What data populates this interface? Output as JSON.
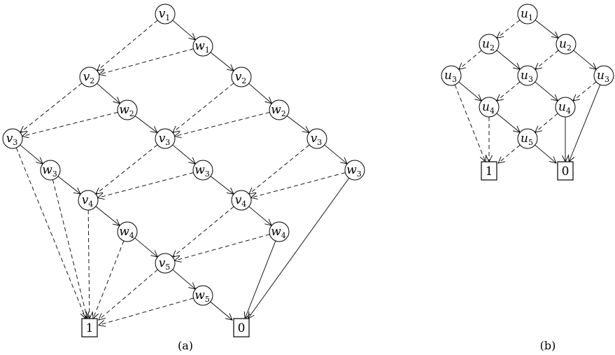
{
  "captions": {
    "a": "(a)",
    "b": "(b)"
  },
  "diagram_a": {
    "nodes": [
      {
        "id": "a_v1",
        "var": "v",
        "sub": "1"
      },
      {
        "id": "a_w1",
        "var": "w",
        "sub": "1"
      },
      {
        "id": "a_v2l",
        "var": "v",
        "sub": "2"
      },
      {
        "id": "a_v2r",
        "var": "v",
        "sub": "2"
      },
      {
        "id": "a_w2l",
        "var": "w",
        "sub": "2"
      },
      {
        "id": "a_w2r",
        "var": "w",
        "sub": "2"
      },
      {
        "id": "a_v3l",
        "var": "v",
        "sub": "3"
      },
      {
        "id": "a_v3m",
        "var": "v",
        "sub": "3"
      },
      {
        "id": "a_v3r",
        "var": "v",
        "sub": "3"
      },
      {
        "id": "a_w3l",
        "var": "w",
        "sub": "3"
      },
      {
        "id": "a_w3m",
        "var": "w",
        "sub": "3"
      },
      {
        "id": "a_w3r",
        "var": "w",
        "sub": "3"
      },
      {
        "id": "a_v4l",
        "var": "v",
        "sub": "4"
      },
      {
        "id": "a_v4r",
        "var": "v",
        "sub": "4"
      },
      {
        "id": "a_w4l",
        "var": "w",
        "sub": "4"
      },
      {
        "id": "a_w4r",
        "var": "w",
        "sub": "4"
      },
      {
        "id": "a_v5",
        "var": "v",
        "sub": "5"
      },
      {
        "id": "a_w5",
        "var": "w",
        "sub": "5"
      }
    ],
    "terminals": [
      {
        "id": "a_t1",
        "label": "1"
      },
      {
        "id": "a_t0",
        "label": "0"
      }
    ],
    "edges": [
      {
        "from": "a_v1",
        "to": "a_w1",
        "style": "solid"
      },
      {
        "from": "a_v1",
        "to": "a_v2l",
        "style": "dashed"
      },
      {
        "from": "a_w1",
        "to": "a_v2l",
        "style": "dashed"
      },
      {
        "from": "a_w1",
        "to": "a_v2r",
        "style": "solid"
      },
      {
        "from": "a_v2l",
        "to": "a_w2l",
        "style": "solid"
      },
      {
        "from": "a_v2l",
        "to": "a_v3l",
        "style": "dashed"
      },
      {
        "from": "a_w2l",
        "to": "a_v3l",
        "style": "dashed"
      },
      {
        "from": "a_w2l",
        "to": "a_v3m",
        "style": "solid"
      },
      {
        "from": "a_v2r",
        "to": "a_v3m",
        "style": "dashed"
      },
      {
        "from": "a_v2r",
        "to": "a_w2r",
        "style": "solid"
      },
      {
        "from": "a_w2r",
        "to": "a_v3m",
        "style": "dashed"
      },
      {
        "from": "a_w2r",
        "to": "a_v3r",
        "style": "solid"
      },
      {
        "from": "a_v3l",
        "to": "a_w3l",
        "style": "solid"
      },
      {
        "from": "a_v3l",
        "to": "a_t1",
        "style": "dashed"
      },
      {
        "from": "a_w3l",
        "to": "a_v4l",
        "style": "solid"
      },
      {
        "from": "a_w3l",
        "to": "a_t1",
        "style": "dashed"
      },
      {
        "from": "a_v3m",
        "to": "a_w3m",
        "style": "solid"
      },
      {
        "from": "a_v3m",
        "to": "a_v4l",
        "style": "dashed"
      },
      {
        "from": "a_w3m",
        "to": "a_v4l",
        "style": "dashed"
      },
      {
        "from": "a_w3m",
        "to": "a_v4r",
        "style": "solid"
      },
      {
        "from": "a_v3r",
        "to": "a_v4r",
        "style": "dashed"
      },
      {
        "from": "a_v3r",
        "to": "a_w3r",
        "style": "solid"
      },
      {
        "from": "a_w3r",
        "to": "a_v4r",
        "style": "dashed"
      },
      {
        "from": "a_w3r",
        "to": "a_t0",
        "style": "solid"
      },
      {
        "from": "a_v4l",
        "to": "a_w4l",
        "style": "solid"
      },
      {
        "from": "a_v4l",
        "to": "a_t1",
        "style": "dashed"
      },
      {
        "from": "a_w4l",
        "to": "a_v5",
        "style": "solid"
      },
      {
        "from": "a_w4l",
        "to": "a_t1",
        "style": "dashed"
      },
      {
        "from": "a_v4r",
        "to": "a_v5",
        "style": "dashed"
      },
      {
        "from": "a_v4r",
        "to": "a_w4r",
        "style": "solid"
      },
      {
        "from": "a_w4r",
        "to": "a_v5",
        "style": "dashed"
      },
      {
        "from": "a_w4r",
        "to": "a_t0",
        "style": "solid"
      },
      {
        "from": "a_v5",
        "to": "a_w5",
        "style": "solid"
      },
      {
        "from": "a_v5",
        "to": "a_t1",
        "style": "dashed"
      },
      {
        "from": "a_w5",
        "to": "a_t1",
        "style": "dashed"
      },
      {
        "from": "a_w5",
        "to": "a_t0",
        "style": "solid"
      }
    ]
  },
  "diagram_b": {
    "nodes": [
      {
        "id": "b_u1",
        "var": "u",
        "sub": "1"
      },
      {
        "id": "b_u2l",
        "var": "u",
        "sub": "2"
      },
      {
        "id": "b_u2r",
        "var": "u",
        "sub": "2"
      },
      {
        "id": "b_u3l",
        "var": "u",
        "sub": "3"
      },
      {
        "id": "b_u3m",
        "var": "u",
        "sub": "3"
      },
      {
        "id": "b_u3r",
        "var": "u",
        "sub": "3"
      },
      {
        "id": "b_u4l",
        "var": "u",
        "sub": "4"
      },
      {
        "id": "b_u4r",
        "var": "u",
        "sub": "4"
      },
      {
        "id": "b_u5",
        "var": "u",
        "sub": "5"
      }
    ],
    "terminals": [
      {
        "id": "b_t1",
        "label": "1"
      },
      {
        "id": "b_t0",
        "label": "0"
      }
    ],
    "edges": [
      {
        "from": "b_u1",
        "to": "b_u2l",
        "style": "dashed"
      },
      {
        "from": "b_u1",
        "to": "b_u2r",
        "style": "solid"
      },
      {
        "from": "b_u2l",
        "to": "b_u3l",
        "style": "dashed"
      },
      {
        "from": "b_u2l",
        "to": "b_u3m",
        "style": "solid"
      },
      {
        "from": "b_u2r",
        "to": "b_u3m",
        "style": "dashed"
      },
      {
        "from": "b_u2r",
        "to": "b_u3r",
        "style": "solid"
      },
      {
        "from": "b_u3l",
        "to": "b_u4l",
        "style": "solid"
      },
      {
        "from": "b_u3l",
        "to": "b_t1",
        "style": "dashed"
      },
      {
        "from": "b_u3m",
        "to": "b_u4l",
        "style": "dashed"
      },
      {
        "from": "b_u3m",
        "to": "b_u4r",
        "style": "solid"
      },
      {
        "from": "b_u3r",
        "to": "b_u4r",
        "style": "dashed"
      },
      {
        "from": "b_u3r",
        "to": "b_t0",
        "style": "solid"
      },
      {
        "from": "b_u4l",
        "to": "b_u5",
        "style": "solid"
      },
      {
        "from": "b_u4l",
        "to": "b_t1",
        "style": "dashed"
      },
      {
        "from": "b_u4r",
        "to": "b_u5",
        "style": "dashed"
      },
      {
        "from": "b_u4r",
        "to": "b_t0",
        "style": "solid"
      },
      {
        "from": "b_u5",
        "to": "b_t1",
        "style": "dashed"
      },
      {
        "from": "b_u5",
        "to": "b_t0",
        "style": "solid"
      }
    ]
  }
}
